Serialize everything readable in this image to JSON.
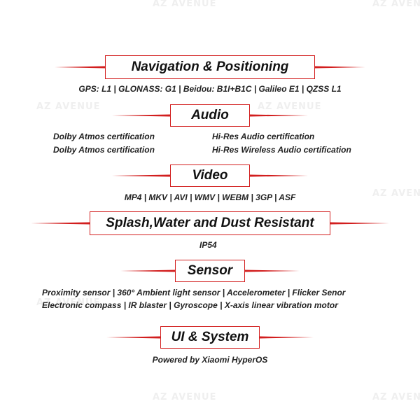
{
  "watermark": "AZ AVENUE",
  "accent_color": "#d21e1e",
  "sections": {
    "navigation": {
      "title": "Navigation & Positioning",
      "line": "GPS: L1  |  GLONASS: G1 | Beidou: B1I+B1C | Galileo E1 | QZSS L1"
    },
    "audio": {
      "title": "Audio",
      "left1": "Dolby Atmos certification",
      "left2": "Dolby Atmos certification",
      "right1": "Hi-Res Audio certification",
      "right2": "Hi-Res Wireless Audio certification"
    },
    "video": {
      "title": "Video",
      "line": "MP4 | MKV | AVI | WMV | WEBM | 3GP | ASF"
    },
    "splash": {
      "title": "Splash,Water and Dust Resistant",
      "line": "IP54"
    },
    "sensor": {
      "title": "Sensor",
      "line1": "Proximity sensor | 360° Ambient light sensor | Accelerometer | Flicker Senor",
      "line2": "Electronic compass | IR blaster   | Gyroscope | X-axis linear vibration motor"
    },
    "ui": {
      "title": "UI & System",
      "line": "Powered by Xiaomi HyperOS"
    }
  }
}
